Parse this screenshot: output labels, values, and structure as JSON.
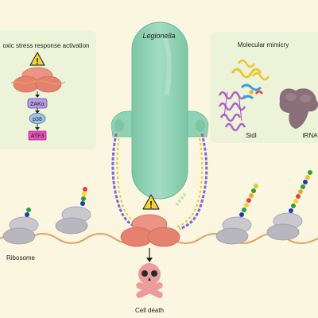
{
  "labels": {
    "organism": "Legionella",
    "left_panel_title": "oxic stress response activation",
    "right_panel_title": "Molecular mimicry",
    "protein_label": "SidI",
    "trna_label": "tRNA",
    "ribosome_label": "Ribosome",
    "outcome_label": "Cell death"
  },
  "pathway": [
    "ZAKα",
    "p38",
    "ATF3"
  ],
  "warning_glyph": "!",
  "icons": [
    "warning-icon",
    "skull-icon",
    "ribosome-icon",
    "bacterium-icon",
    "trna-icon"
  ],
  "colors": {
    "background": "#fbf6df",
    "panel": "#edf3d8",
    "bacterium": "#8fd1b4",
    "ribosome_grey": "#c9c8cf",
    "ribosome_red": "#e89585",
    "mrna": "#e4a062",
    "zak": "#b79ce9",
    "p38": "#9ec6e9",
    "atf3": "#e64fc0",
    "skull": "#ec9c9c",
    "warning": "#f5d330"
  }
}
